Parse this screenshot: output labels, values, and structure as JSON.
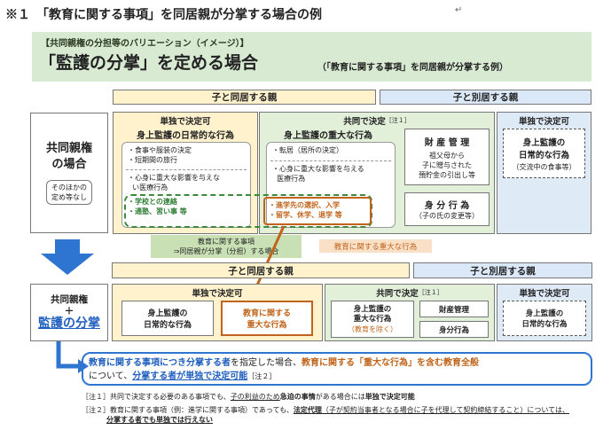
{
  "page_title": "※１　「教育に関する事項」を同居親が分掌する場合の例",
  "return_mark": "↵",
  "banner": {
    "subtitle": "【共同親権の分担等のバリエーション（イメージ）】",
    "title": "「監護の分掌」を定める場合",
    "title_note": "（「教育に関する事項」を同居親が分掌する例）"
  },
  "top": {
    "header_cohabiting": "子と同居する親",
    "header_separate": "子と別居する親",
    "row_label": {
      "line1": "共同親権",
      "line2": "の場合",
      "note1": "そのほかの",
      "note2": "定め等なし"
    },
    "solo": {
      "header": "単独で決定可",
      "title": "身上監護の日常的な行為",
      "items": [
        "食事や服装の決定",
        "短期間の旅行"
      ],
      "item3_line1": "心身に重大な影響を与えな",
      "item3_line2": "い医療行為",
      "edu_items": [
        "学校との連絡",
        "通塾、習い事 等"
      ]
    },
    "joint": {
      "header": "共同で決定",
      "header_note": "［注１］",
      "title": "身上監護の重大な行為",
      "item1": "転居（居所の決定）",
      "item2_line1": "心身に重大な影響を与える",
      "item2_line2": "医療行為",
      "edu_items": [
        "進学先の選択、入学",
        "留学、休学、退学 等"
      ],
      "property": {
        "title": "財 産 管 理",
        "line1": "祖父母から",
        "line2": "子に贈与された",
        "line3": "預貯金の引出し等"
      },
      "status": {
        "title": "身 分 行 為",
        "note": "（子の氏の変更等）"
      }
    },
    "separate": {
      "header": "単独で決定可",
      "title_line1": "身上監護の",
      "title_line2": "日常的な行為",
      "note": "（交流中の食事等）"
    }
  },
  "callouts": {
    "green_line1": "教育に関する事項",
    "green_line2": "⇒同居親が分掌（分担）する場合",
    "orange": "教育に関する重大な行為"
  },
  "bottom": {
    "header_cohabiting": "子と同居する親",
    "header_separate": "子と別居する親",
    "row_label": {
      "line1": "共同親権",
      "plus": "＋",
      "line2": "監護の分掌"
    },
    "solo": {
      "header": "単独で決定可",
      "daily_line1": "身上監護の",
      "daily_line2": "日常的な行為",
      "edu_line1": "教育に関する",
      "edu_line2": "重大な行為"
    },
    "joint": {
      "header": "共同で決定",
      "header_note": "［注１］",
      "major_line1": "身上監護の",
      "major_line2": "重大な行為",
      "major_note": "（教育を除く）",
      "property": "財産管理",
      "status": "身分行為"
    },
    "separate": {
      "header": "単独で決定可",
      "line1": "身上監護の",
      "line2": "日常的な行為"
    }
  },
  "summary": {
    "p1": "教育に関する事項につき分掌する者",
    "p2": "を指定した場合、",
    "p3": "教育に関する「重大な行為」を含む教育全般",
    "p4": "について、",
    "p5": "分掌する者が単独で決定可能",
    "p6": "［注２］"
  },
  "notes": {
    "n1_a": "［注１］共同で決定する必要のある事項でも、",
    "n1_b": "子の利益のため",
    "n1_c": "急迫の事情",
    "n1_d": "がある場合には",
    "n1_e": "単独で決定可能",
    "n2_a": "［注２］教育に関する事項（例：進学に関する事項）であっても、",
    "n2_b": "法定代理",
    "n2_c": "（子が契約当事者となる場合に子を代理して契約締結すること）については、",
    "n2_d": "分掌する者でも単独では行えない"
  },
  "colors": {
    "banner": "#d9ead3",
    "cohabiting_header": "#fff2cc",
    "separate_header": "#dae8f8",
    "joint_column": "#e2efd9",
    "separate_column": "#deebf7",
    "orange": "#c0641b",
    "blue": "#1f5fbf",
    "arrow": "#2e75d2"
  }
}
